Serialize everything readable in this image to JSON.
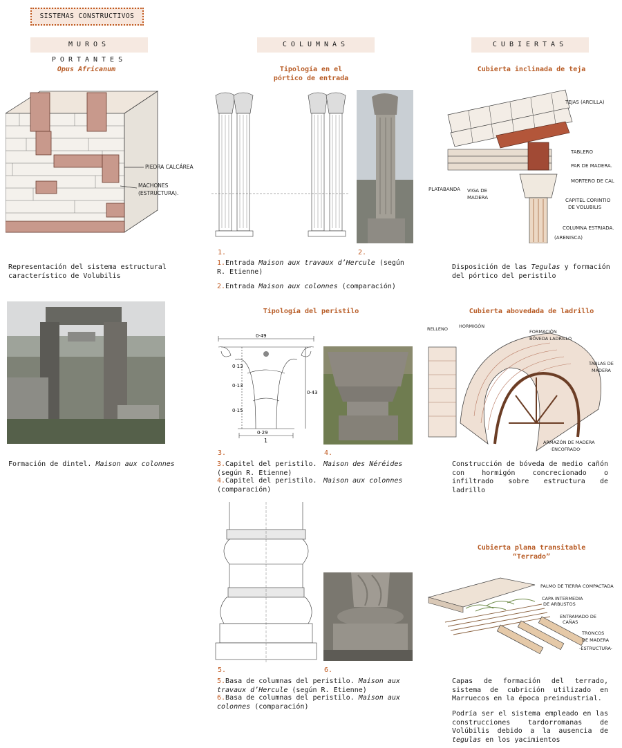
{
  "header": {
    "title": "SISTEMAS CONSTRUCTIVOS"
  },
  "sections": {
    "muros": "MUROS PORTANTES",
    "columnas": "COLUMNAS",
    "cubiertas": "CUBIERTAS"
  },
  "muros": {
    "opus_caption": "Opus Africanum",
    "sketch_labels": {
      "piedra": "PIEDRA CALCÁREA",
      "machones": "MACHONES",
      "estructura": "(ESTRUCTURA)."
    },
    "desc": "Representación del sistema estructural característico de Volubilis",
    "dintel_text": "Formación de dintel. ",
    "dintel_italic": "Maison aux colonnes"
  },
  "columnas": {
    "portico_caption_1": "Tipología en el",
    "portico_caption_2": "pórtico de entrada",
    "n1": "1.",
    "n2": "2.",
    "item1_num": "1.",
    "item1_a": "Entrada ",
    "item1_i": "Maison aux travaux d’Hercule",
    "item1_b": " (según R. Etienne)",
    "item2_num": "2.",
    "item2_a": "Entrada ",
    "item2_i": "Maison aux colonnes",
    "item2_b": " (comparación)",
    "peristilo_caption": "Tipología del peristilo",
    "dims": {
      "top": "0·49",
      "a": "0·13",
      "b": "0·13",
      "c": "0·15",
      "right": "0·43",
      "bottom": "0·29",
      "fig": "1"
    },
    "n3": "3.",
    "n4": "4.",
    "item3_num": "3.",
    "item3_a": "Capitel del peristilo. (según R. Etienne)",
    "item4_num": "4.",
    "item4_a": "Capitel del peristilo. (comparación)",
    "item3_right_i": "Maison des Néréides",
    "item4_right_i": "Maison aux colonnes",
    "n5": "5.",
    "n6": "6.",
    "item5_num": "5.",
    "item5_a": "Basa de columnas del peristilo. ",
    "item5_i": "Maison aux travaux d’Hercule",
    "item5_b": " (según R. Etienne)",
    "item6_num": "6.",
    "item6_a": "Basa de columnas del peristilo. ",
    "item6_i": "Maison aux colonnes",
    "item6_b": " (comparación)"
  },
  "cubiertas": {
    "teja_caption": "Cubierta inclinada de teja",
    "teja_labels": {
      "tejas": "TEJAS (ARCILLA)",
      "tablero": "TABLERO",
      "par": "PAR DE MADERA.",
      "mortero": "MORTERO DE CAL",
      "capitel": "CAPITEL CORINTIO",
      "capitel2": "DE VOLUBILIS",
      "columna": "COLUMNA ESTRIADA.",
      "columna2": "(ARENISCA)",
      "platabanda": "PLATABANDA",
      "viga": "VIGA DE",
      "viga2": "MADERA"
    },
    "teja_desc_a": "Disposición de las ",
    "teja_desc_i": "Tegulas",
    "teja_desc_b": " y formación del pórtico del peristilo",
    "boveda_caption": "Cubierta abovedada de ladrillo",
    "boveda_labels": {
      "relleno": "RELLENO",
      "hormigon": "HORMIGÓN",
      "formacion": "FORMACIÓN",
      "formacion2": "BÓVEDA LADRILLO",
      "tablas": "TABLAS DE",
      "tablas2": "MADERA",
      "armazon": "ARMAZÓN DE MADERA",
      "armazon2": "·ENCOFRADO·"
    },
    "boveda_desc": "Construcción de bóveda de medio cañón con hormigón concrecionado o infiltrado sobre estructura de ladrillo",
    "terrado_caption_1": "Cubierta plana transitable",
    "terrado_caption_2": "“Terrado”",
    "terrado_labels": {
      "palmo": "PALMO DE TIERRA COMPACTADA",
      "capa": "CAPA INTERMEDIA",
      "capa2": "DE ARBUSTOS",
      "entramado": "ENTRAMADO DE",
      "entramado2": "CAÑAS",
      "troncos": "TRONCOS",
      "troncos2": "DE MADERA",
      "troncos3": "-ESTRUCTURA-"
    },
    "terrado_desc": "Capas de formación del terrado, sistema de cubrición utilizado en Marruecos en la época preindustrial.",
    "terrado_desc2_a": "Podría ser el sistema empleado en las construcciones tardorromanas de Volúbilis debido a la ausencia de ",
    "terrado_desc2_i": "tegulas",
    "terrado_desc2_b": " en los yacimientos"
  }
}
